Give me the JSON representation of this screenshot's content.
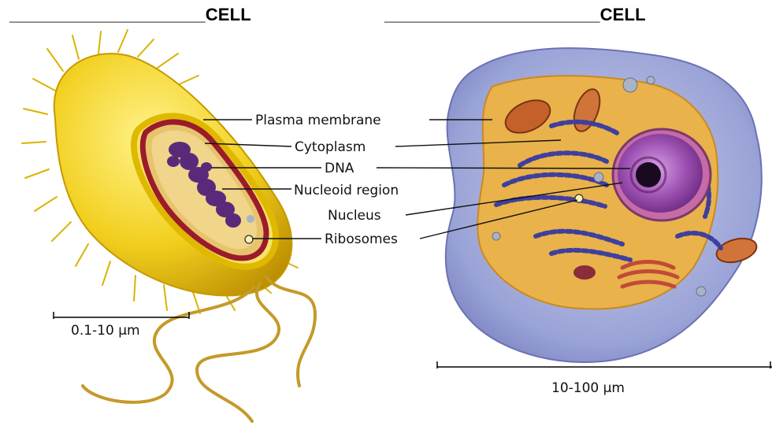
{
  "left_heading": "____________________CELL",
  "right_heading": "______________________CELL",
  "labels": {
    "plasma_membrane": "Plasma membrane",
    "cytoplasm": "Cytoplasm",
    "dna": "DNA",
    "nucleoid_region": "Nucleoid region",
    "nucleus": "Nucleus",
    "ribosomes": "Ribosomes"
  },
  "scale_left": "0.1-10 µm",
  "scale_right": "10-100 µm",
  "colors": {
    "prokaryote_capsule": "#f2cf1e",
    "prokaryote_wall": "#9b1b2b",
    "dna_purple": "#5a2a7a",
    "eukaryote_membrane": "#9aa3d6",
    "cytoplasm_orange": "#e9b24a",
    "nucleus_purple": "#9b4fb0",
    "er_blue": "#3e3f9e"
  }
}
